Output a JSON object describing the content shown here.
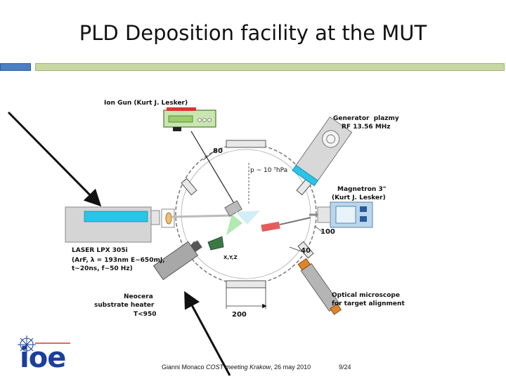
{
  "title": "PLD Deposition facility at the MUT",
  "labels": {
    "ion_gun": "Ion Gun (Kurt J. Lesker)",
    "generator_line1": "Generator  plazmy",
    "generator_line2": "RF 13.56 MHz",
    "pressure": "p ~ 10 ⁷hPa",
    "magnetron_line1": "Magnetron 3\"",
    "magnetron_line2": "(Kurt J. Lesker)",
    "laser_line1": "LASER LPX 305i",
    "laser_line2": "(ArF, λ = 193nm E~650mJ,",
    "laser_line3": "t~20ns, f~50 Hz)",
    "heater_line1": "Neocera",
    "heater_line2": "substrate heater",
    "heater_line3": "T<950",
    "microscope_line1": "Optical microscope",
    "microscope_line2": "for target alignment",
    "xyz": "X,Y,Z"
  },
  "dimensions": {
    "d80": "80",
    "d100": "100",
    "d40": "40",
    "d200": "200"
  },
  "logo_text": "ioe",
  "footer": {
    "presenter": "Gianni Monaco ",
    "meeting": "COST meeting Krakow",
    "date": ", 26 may 2010",
    "page": "9/24"
  },
  "colors": {
    "accent_blue": "#4a7fc1",
    "accent_green": "#c9d8a2",
    "laser_cyan": "#29c4e8",
    "logo_blue": "#1b3f9c"
  }
}
